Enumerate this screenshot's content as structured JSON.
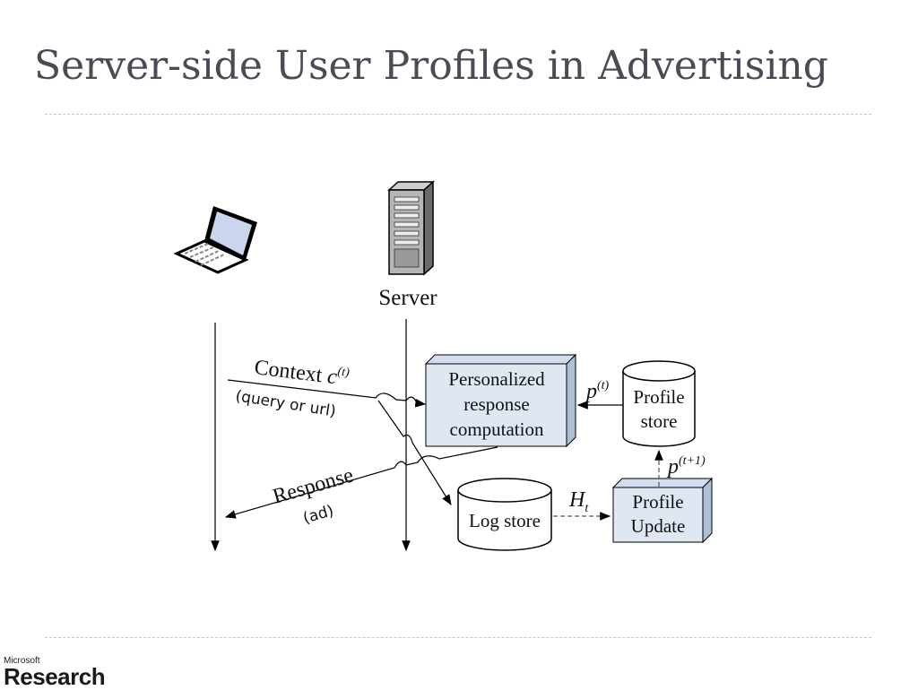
{
  "slide": {
    "title": "Server-side User Profiles in Advertising",
    "logo_top": "Microsoft",
    "logo_bottom": "Research"
  },
  "diagram": {
    "server_label": "Server",
    "context_label": "Context ",
    "context_var": "c",
    "context_sup": "(t)",
    "context_note": "(query or url)",
    "response_label": "Response",
    "response_note": "(ad)",
    "box_personalized": [
      "Personalized",
      "response",
      "computation"
    ],
    "profile_store": [
      "Profile",
      "store"
    ],
    "log_store": "Log store",
    "profile_update": [
      "Profile",
      "Update"
    ],
    "p_var": "p",
    "p_sup": "(t)",
    "p_next_sup": "(t+1)",
    "h_var": "H",
    "h_sub": "t"
  },
  "colors": {
    "box_fill": "#dfe7f3",
    "box_side": "#aebfd8",
    "title": "#4b4b57"
  }
}
